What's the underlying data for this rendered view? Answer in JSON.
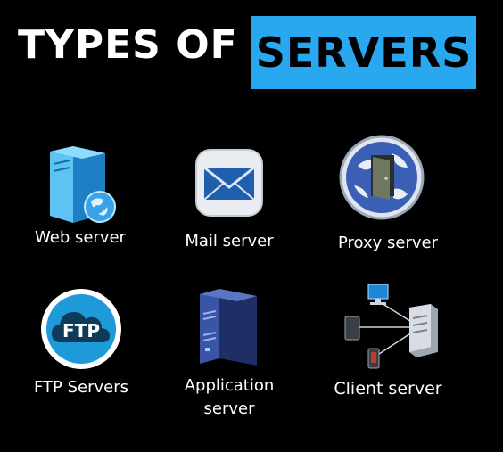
{
  "title": {
    "left": "TYPES OF",
    "highlight": "SERVERS"
  },
  "colors": {
    "background": "#000000",
    "highlight_box": "#29a8f0",
    "text": "#ffffff"
  },
  "items": [
    {
      "label": "Web server",
      "icon": "web-server-icon"
    },
    {
      "label": "Mail server",
      "icon": "mail-envelope-icon"
    },
    {
      "label": "Proxy server",
      "icon": "proxy-globe-door-icon"
    },
    {
      "label": "FTP Servers",
      "icon": "ftp-cloud-icon",
      "icon_text": "FTP"
    },
    {
      "label_line1": "Application",
      "label_line2": "server",
      "icon": "application-server-rack-icon"
    },
    {
      "label": "Client server",
      "icon": "client-server-network-icon"
    }
  ]
}
